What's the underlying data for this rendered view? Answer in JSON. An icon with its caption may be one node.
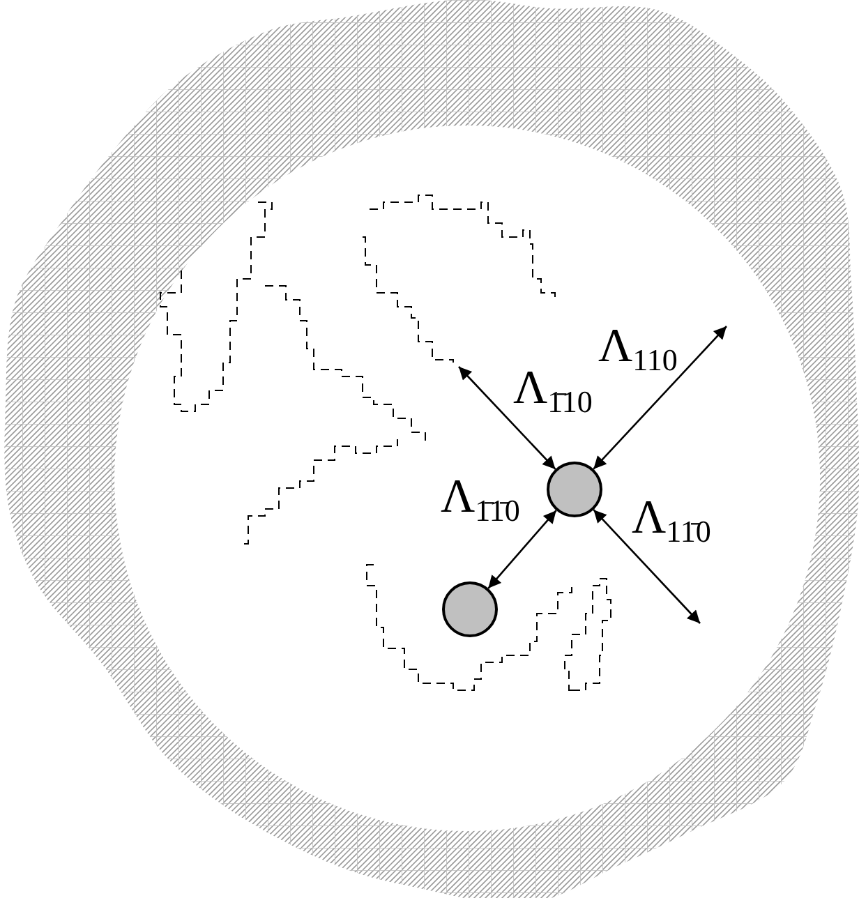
{
  "diagram": {
    "nodes": [
      {
        "text": [],
        "shape": "circle"
      },
      {
        "text": [],
        "shape": "circle"
      }
    ],
    "edges": [
      {
        "from": 0,
        "to": null,
        "arrow": "both",
        "label": "Λ$_{110}$"
      },
      {
        "from": 0,
        "to": null,
        "arrow": "both",
        "label": "Λ$_{1̄10}$"
      },
      {
        "from": 0,
        "to": 1,
        "arrow": "both",
        "label": "Λ$_{1̄1̄0}$"
      },
      {
        "from": 0,
        "to": null,
        "arrow": "both",
        "label": "Λ$_{11̄0}$"
      }
    ]
  }
}
